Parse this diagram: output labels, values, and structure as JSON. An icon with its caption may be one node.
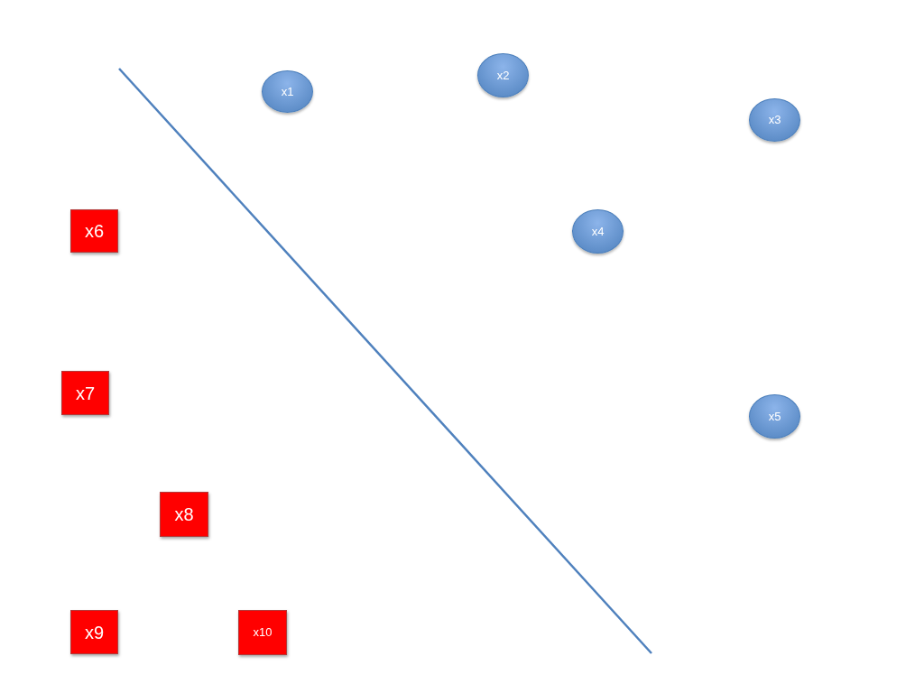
{
  "diagram": {
    "nodes": [
      {
        "text": [
          "x1"
        ]
      },
      {
        "text": [
          "x2"
        ]
      },
      {
        "text": [
          "x3"
        ]
      },
      {
        "text": [
          "x4"
        ]
      },
      {
        "text": [
          "x5"
        ]
      },
      {
        "text": [
          "x6"
        ]
      },
      {
        "text": [
          "x7"
        ]
      },
      {
        "text": [
          "x8"
        ]
      },
      {
        "text": [
          "x9"
        ]
      },
      {
        "text": [
          "x10"
        ]
      }
    ]
  }
}
